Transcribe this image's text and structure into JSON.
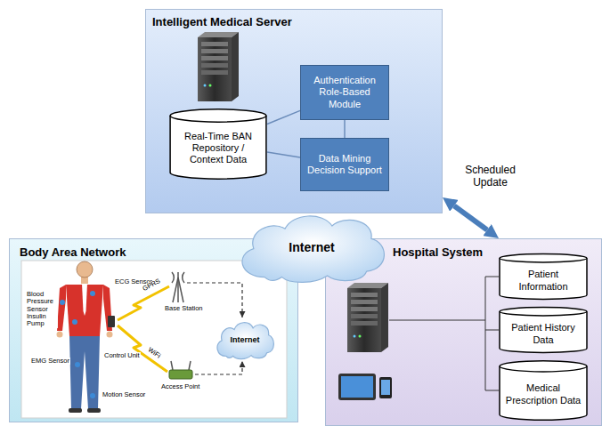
{
  "diagram": {
    "nodes": [
      {
        "text": [
          "Intelligent Medical Server"
        ]
      },
      {
        "text": [
          "Authentication Role-Based Module"
        ],
        "in": 0
      },
      {
        "text": [
          "Real-Time BAN Repository / Context Data"
        ],
        "in": 0
      },
      {
        "text": [
          "Data Mining Decision Support"
        ],
        "in": 0
      },
      {
        "text": [
          "Internet"
        ]
      },
      {
        "text": [
          "Body Area Network"
        ]
      },
      {
        "text": [
          "Internet"
        ],
        "in": 5
      },
      {
        "text": [
          "Hospital System"
        ]
      },
      {
        "text": [
          "Patient Information"
        ],
        "in": 7
      },
      {
        "text": [
          "Patient History Data"
        ],
        "in": 7
      },
      {
        "text": [
          "Medical Prescription Data"
        ],
        "in": 7
      }
    ],
    "edges": [
      {
        "from": 2,
        "to": 1,
        "arrow": "none"
      },
      {
        "from": 2,
        "to": 3,
        "arrow": "none"
      },
      {
        "from": 1,
        "to": 3,
        "arrow": "none"
      },
      {
        "from": 0,
        "to": 7,
        "arrow": "both",
        "label": "Scheduled Update"
      }
    ],
    "labels": [
      "ECG Sensor",
      "GPRS",
      "Base Station",
      "Blood Pressure Sensor",
      "Insulin Pump",
      "Control Unit",
      "WiFi",
      "EMG Sensor",
      "Access Point",
      "Motion Sensor"
    ]
  }
}
